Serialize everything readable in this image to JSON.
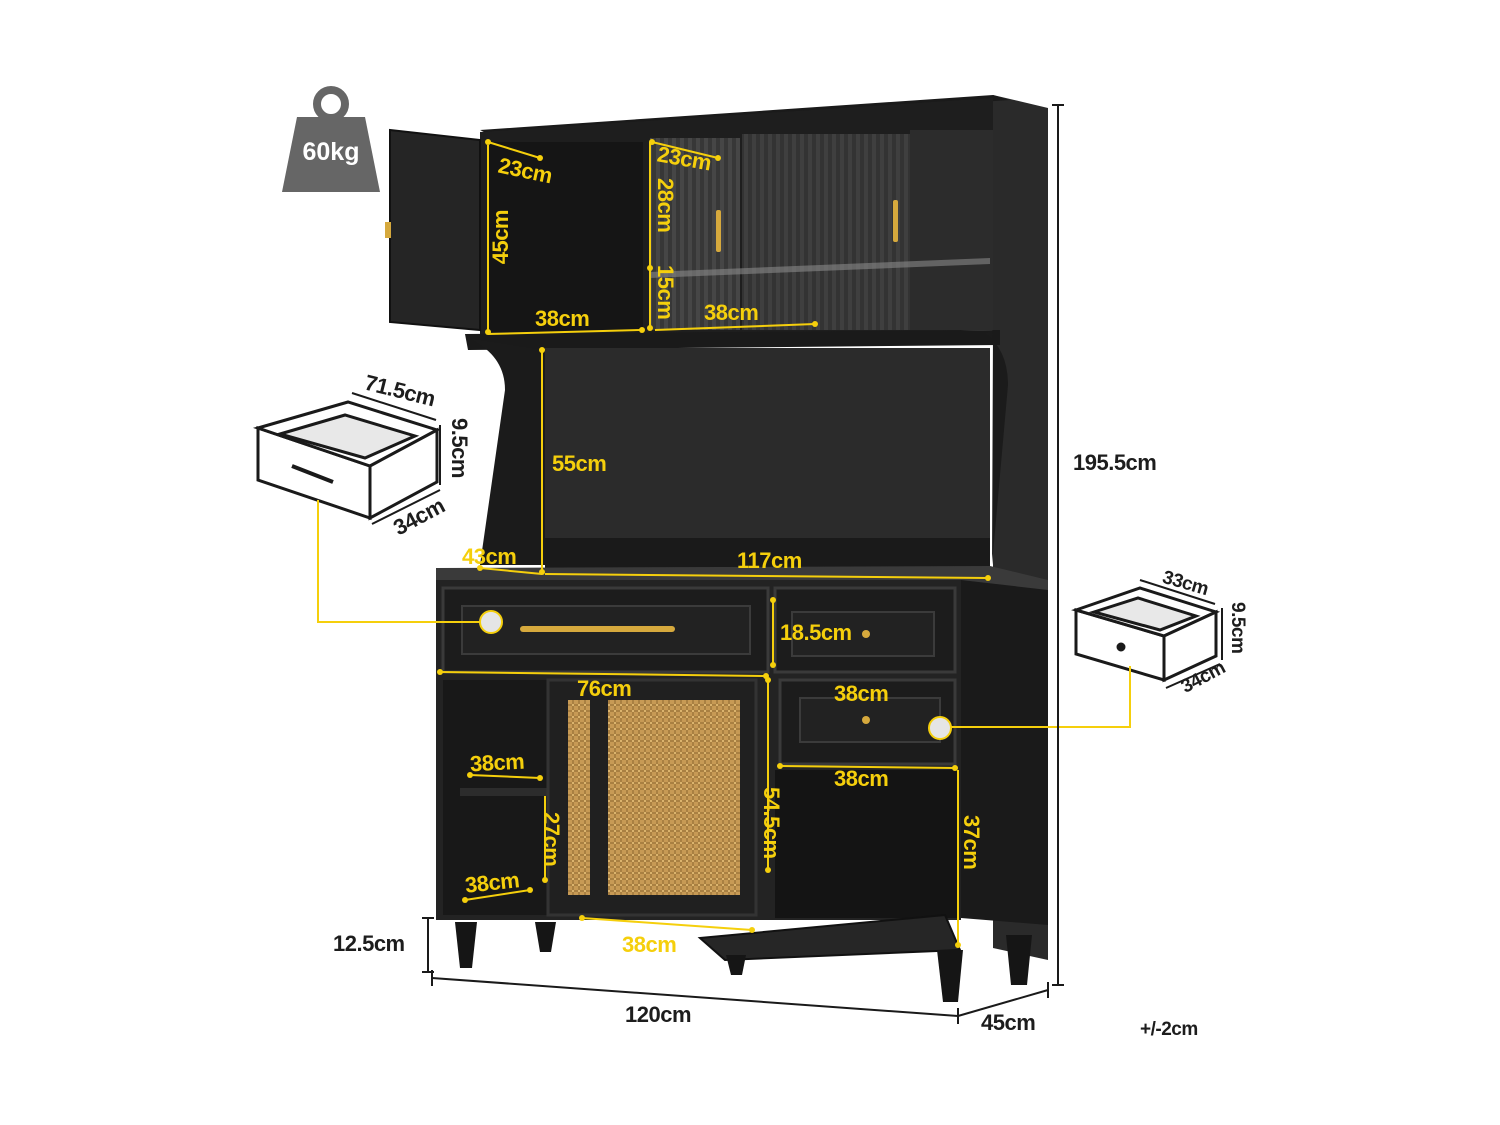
{
  "weight": {
    "label": "60kg",
    "icon": "weight-icon"
  },
  "colors": {
    "furniture": "#1e1e1e",
    "accent": "#f5cf0c",
    "rattan": "#c79a55",
    "hardware": "#d6a93d"
  },
  "dimensions": {
    "overall_height": "195.5cm",
    "overall_width": "120cm",
    "overall_depth": "45cm",
    "leg_height": "12.5cm",
    "tolerance": "+/-2cm",
    "hutch_left_width": "23cm",
    "hutch_left_height": "45cm",
    "hutch_left_depth": "38cm",
    "hutch_right_width": "23cm",
    "hutch_right_upper": "28cm",
    "hutch_right_lower": "15cm",
    "hutch_right_depth": "38cm",
    "open_shelf_height": "55cm",
    "counter_depth": "43cm",
    "counter_width": "117cm",
    "small_drawer_height": "18.5cm",
    "lower_drawer_width": "38cm",
    "cabinet_width": "76cm",
    "side_shelf_upper": "38cm",
    "side_shelf_height": "27cm",
    "side_shelf_lower": "38cm",
    "rattan_height": "54.5cm",
    "rattan_depth": "38cm",
    "right_cab_width": "38cm",
    "right_cab_height": "37cm"
  },
  "large_drawer": {
    "width": "71.5cm",
    "height": "9.5cm",
    "depth": "34cm"
  },
  "small_drawer": {
    "width": "33cm",
    "height": "9.5cm",
    "depth": "34cm"
  }
}
